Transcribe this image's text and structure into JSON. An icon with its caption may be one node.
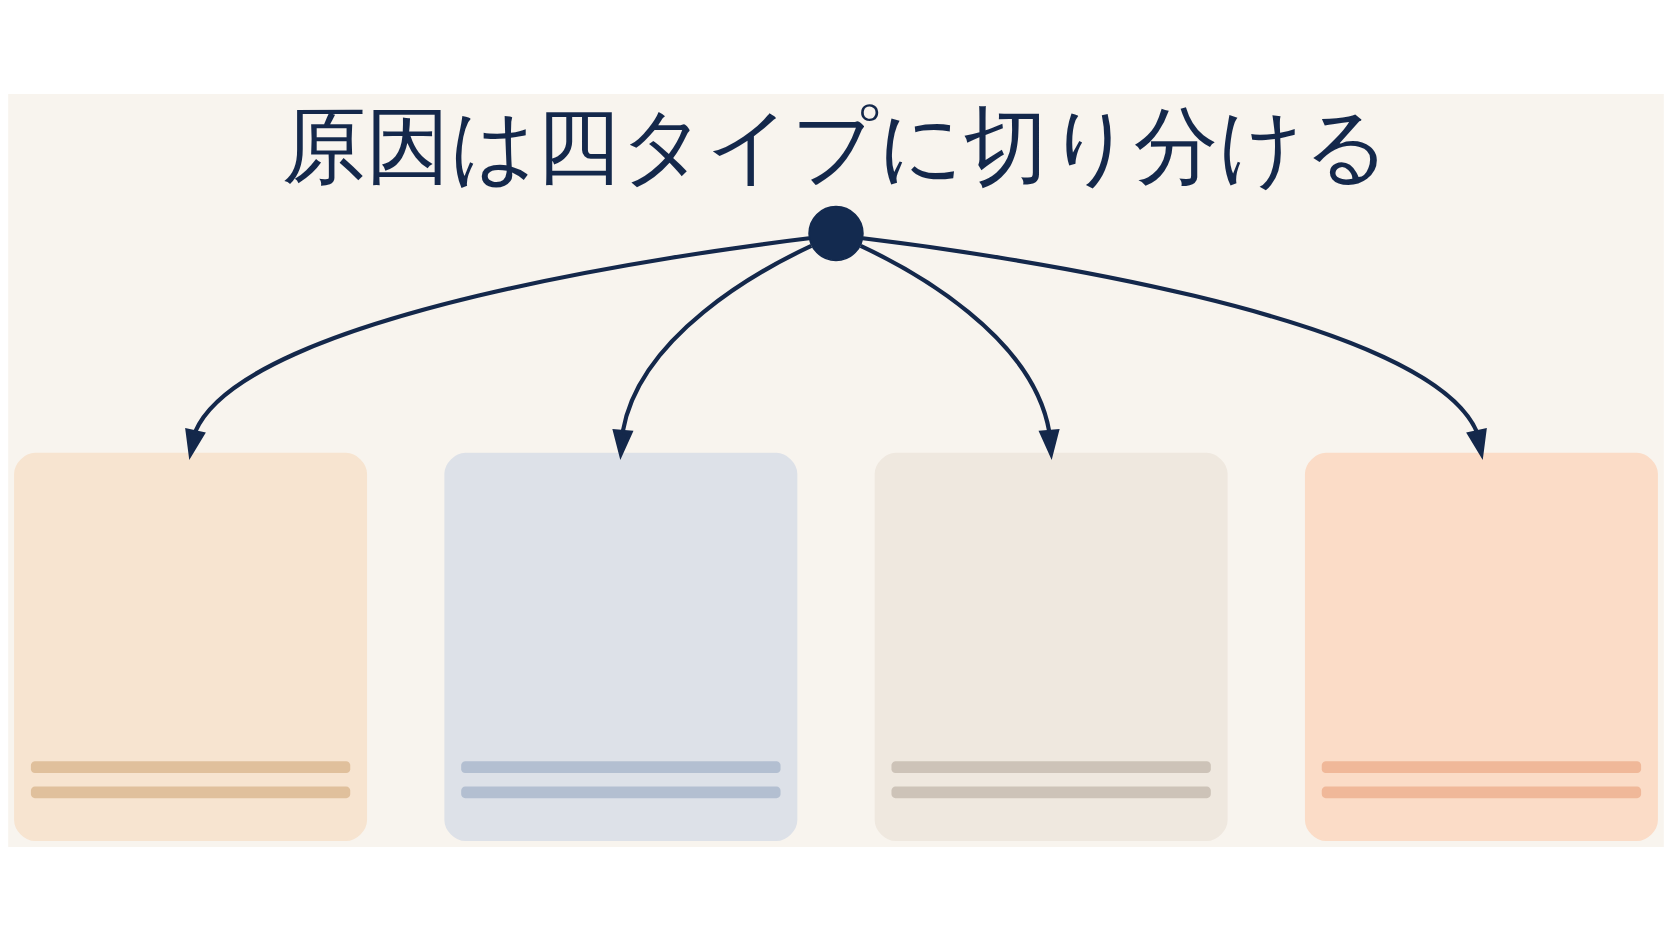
{
  "diagram": {
    "title": "原因は四タイプに切り分ける",
    "nodes": [
      {
        "text": [],
        "shape": "circle"
      },
      {
        "text": [],
        "shape": "box"
      },
      {
        "text": [],
        "shape": "box"
      },
      {
        "text": [],
        "shape": "box"
      },
      {
        "text": [],
        "shape": "box"
      }
    ],
    "edges": [
      {
        "from": 0,
        "to": 1,
        "arrow": "to"
      },
      {
        "from": 0,
        "to": 2,
        "arrow": "to"
      },
      {
        "from": 0,
        "to": 3,
        "arrow": "to"
      },
      {
        "from": 0,
        "to": 4,
        "arrow": "to"
      }
    ]
  }
}
